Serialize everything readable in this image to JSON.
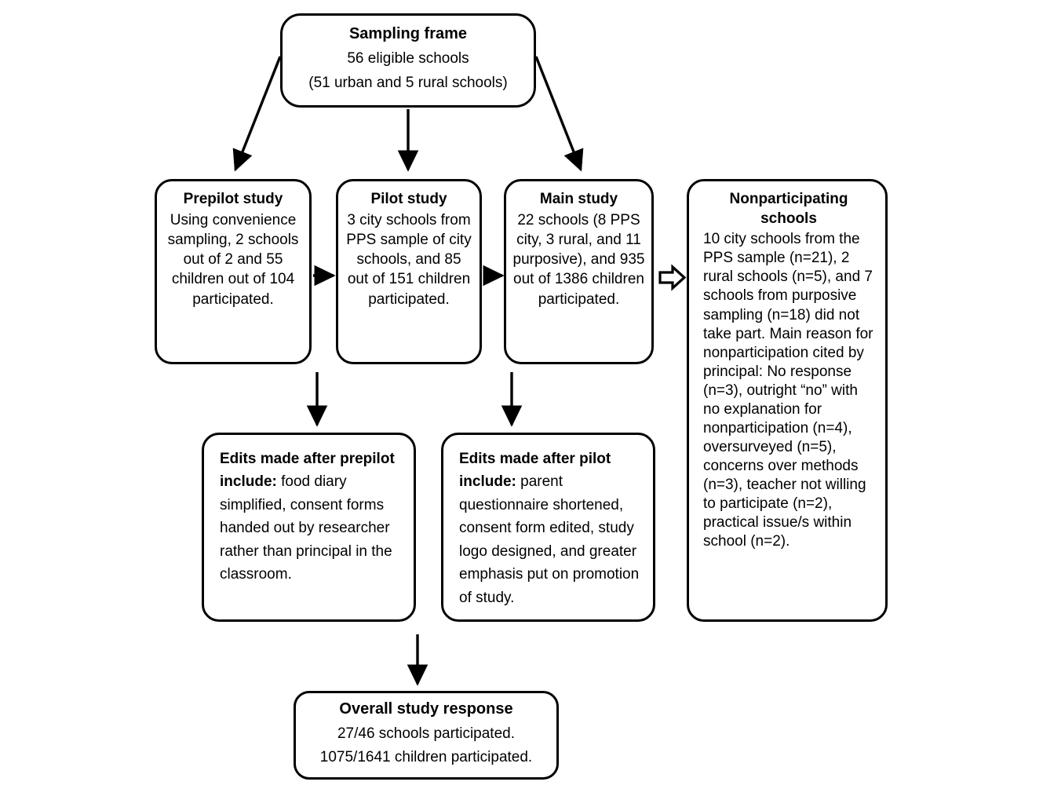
{
  "diagram": {
    "title": "Study sampling and participation flowchart",
    "line_color": "#000000",
    "background_color": "#ffffff"
  },
  "nodes": {
    "sampling_frame": {
      "title": "Sampling frame",
      "line1": "56 eligible schools",
      "line2": "(51 urban and 5 rural schools)"
    },
    "prepilot": {
      "title": "Prepilot study",
      "body": "Using convenience sampling, 2 schools out of 2 and 55 children out of 104 participated."
    },
    "pilot": {
      "title": "Pilot study",
      "body": "3 city schools from PPS sample of city schools, and 85 out of 151 children participated."
    },
    "main": {
      "title": "Main study",
      "body": "22 schools (8 PPS city, 3 rural, and 11 purposive), and 935 out of 1386 children participated."
    },
    "nonparticipating": {
      "title": "Nonparticipating schools",
      "body": "10 city schools from the PPS sample (n=21), 2 rural schools (n=5), and 7 schools from purposive sampling (n=18) did not take part. Main reason for nonparticipation cited by principal: No response (n=3), outright “no” with no explanation for nonparticipation (n=4), oversurveyed (n=5), concerns over methods (n=3), teacher not willing to participate (n=2), practical issue/s within school (n=2)."
    },
    "edits_prepilot": {
      "lead": "Edits made after prepilot include:",
      "body": " food diary simplified, consent forms handed out by researcher rather than principal in the classroom."
    },
    "edits_pilot": {
      "lead": "Edits made after pilot include:",
      "body": " parent questionnaire shortened, consent form edited, study logo designed, and greater emphasis put on promotion of study."
    },
    "overall": {
      "title": "Overall study response",
      "line1": "27/46 schools participated.",
      "line2": "1075/1641 children participated."
    }
  },
  "connectors": [
    {
      "name": "sampling-frame-to-prepilot",
      "style": "solid-arrow",
      "direction": "diagonal-down-left"
    },
    {
      "name": "sampling-frame-to-pilot",
      "style": "solid-arrow",
      "direction": "down"
    },
    {
      "name": "sampling-frame-to-main",
      "style": "solid-arrow",
      "direction": "diagonal-down-right"
    },
    {
      "name": "prepilot-to-pilot",
      "style": "solid-arrow",
      "direction": "right"
    },
    {
      "name": "pilot-to-main",
      "style": "solid-arrow",
      "direction": "right"
    },
    {
      "name": "main-to-nonparticipating",
      "style": "hollow-block-arrow",
      "direction": "right"
    },
    {
      "name": "prepilot-to-edits-prepilot",
      "style": "solid-arrow",
      "direction": "down"
    },
    {
      "name": "main-to-edits-pilot",
      "style": "solid-arrow",
      "direction": "down"
    },
    {
      "name": "edits-to-overall",
      "style": "solid-arrow",
      "direction": "down"
    }
  ]
}
